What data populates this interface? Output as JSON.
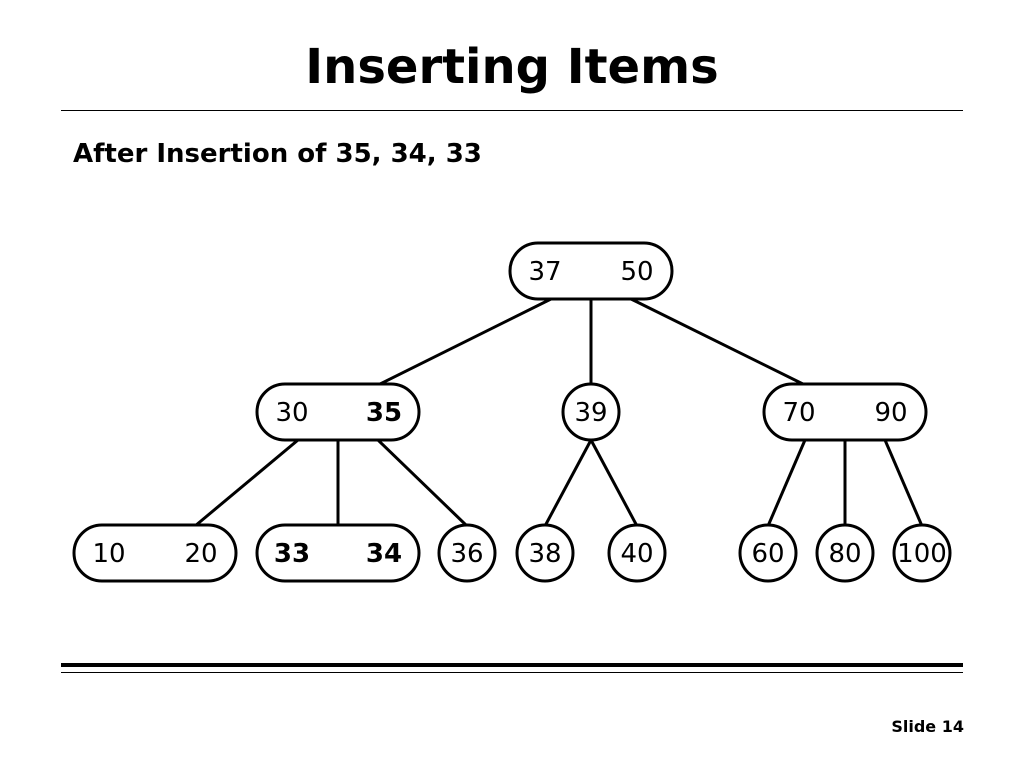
{
  "slide": {
    "title": "Inserting Items",
    "subtitle": "After Insertion of 35, 34, 33",
    "footer": "Slide 14"
  },
  "tree": {
    "nodes": [
      {
        "id": "root",
        "keys": [
          "37",
          "50"
        ],
        "bold": [
          false,
          false
        ]
      },
      {
        "id": "n30_35",
        "keys": [
          "30",
          "35"
        ],
        "bold": [
          false,
          true
        ]
      },
      {
        "id": "n39",
        "keys": [
          "39"
        ],
        "bold": [
          false
        ]
      },
      {
        "id": "n70_90",
        "keys": [
          "70",
          "90"
        ],
        "bold": [
          false,
          false
        ]
      },
      {
        "id": "n10_20",
        "keys": [
          "10",
          "20"
        ],
        "bold": [
          false,
          false
        ]
      },
      {
        "id": "n33_34",
        "keys": [
          "33",
          "34"
        ],
        "bold": [
          true,
          true
        ]
      },
      {
        "id": "n36",
        "keys": [
          "36"
        ],
        "bold": [
          false
        ]
      },
      {
        "id": "n38",
        "keys": [
          "38"
        ],
        "bold": [
          false
        ]
      },
      {
        "id": "n40",
        "keys": [
          "40"
        ],
        "bold": [
          false
        ]
      },
      {
        "id": "n60",
        "keys": [
          "60"
        ],
        "bold": [
          false
        ]
      },
      {
        "id": "n80",
        "keys": [
          "80"
        ],
        "bold": [
          false
        ]
      },
      {
        "id": "n100",
        "keys": [
          "100"
        ],
        "bold": [
          false
        ]
      }
    ],
    "edges": [
      [
        "root",
        "n30_35"
      ],
      [
        "root",
        "n39"
      ],
      [
        "root",
        "n70_90"
      ],
      [
        "n30_35",
        "n10_20"
      ],
      [
        "n30_35",
        "n33_34"
      ],
      [
        "n30_35",
        "n36"
      ],
      [
        "n39",
        "n38"
      ],
      [
        "n39",
        "n40"
      ],
      [
        "n70_90",
        "n60"
      ],
      [
        "n70_90",
        "n80"
      ],
      [
        "n70_90",
        "n100"
      ]
    ]
  }
}
